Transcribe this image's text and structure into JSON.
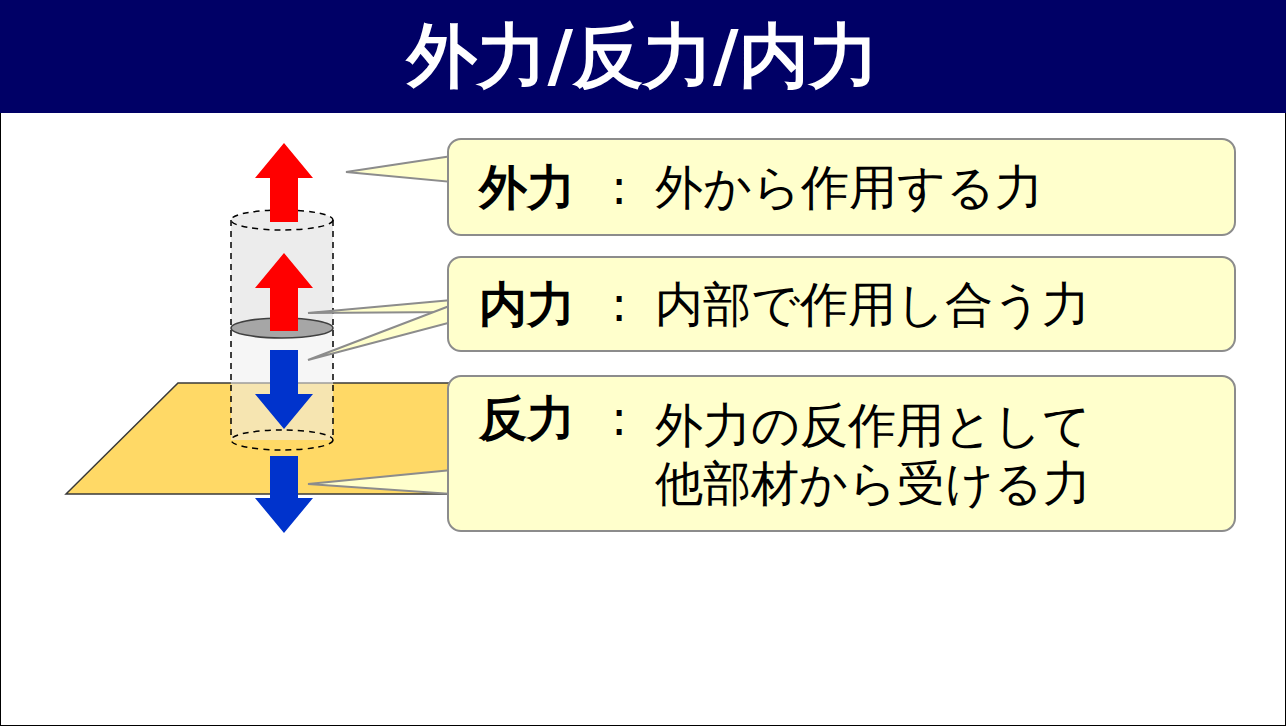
{
  "diagram": {
    "title": "外力/反力/内力",
    "nodes": [
      {
        "text": [
          "外力",
          ":",
          "外から作用する力"
        ]
      },
      {
        "text": [
          "内力",
          ":",
          "内部で作用し合う力"
        ]
      },
      {
        "text": [
          "反力",
          ":",
          "外力の反作用として 他部材から受ける力"
        ]
      }
    ]
  }
}
